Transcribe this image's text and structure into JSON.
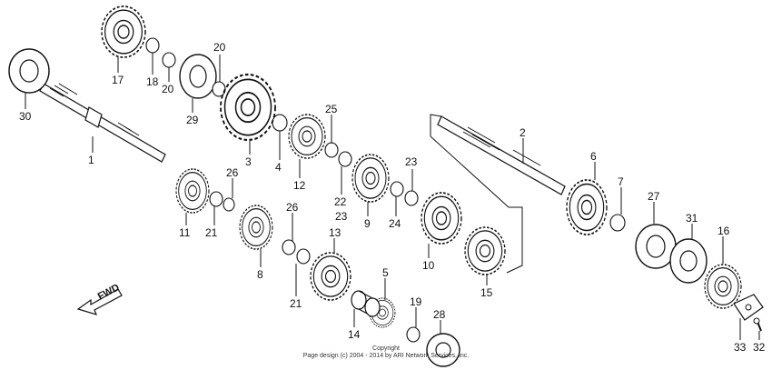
{
  "diagram": {
    "fwd_label": "FWD",
    "callouts": [
      "1",
      "2",
      "3",
      "4",
      "5",
      "6",
      "7",
      "8",
      "9",
      "10",
      "11",
      "12",
      "13",
      "14",
      "15",
      "16",
      "17",
      "18",
      "20",
      "20",
      "21",
      "21",
      "22",
      "23",
      "23",
      "24",
      "25",
      "26",
      "26",
      "27",
      "28",
      "29",
      "30",
      "31",
      "32",
      "33",
      "19"
    ],
    "copyright_line1": "Copyright",
    "copyright_line2": "Page design (c) 2004 - 2014 by ARI Network Services, Inc."
  }
}
